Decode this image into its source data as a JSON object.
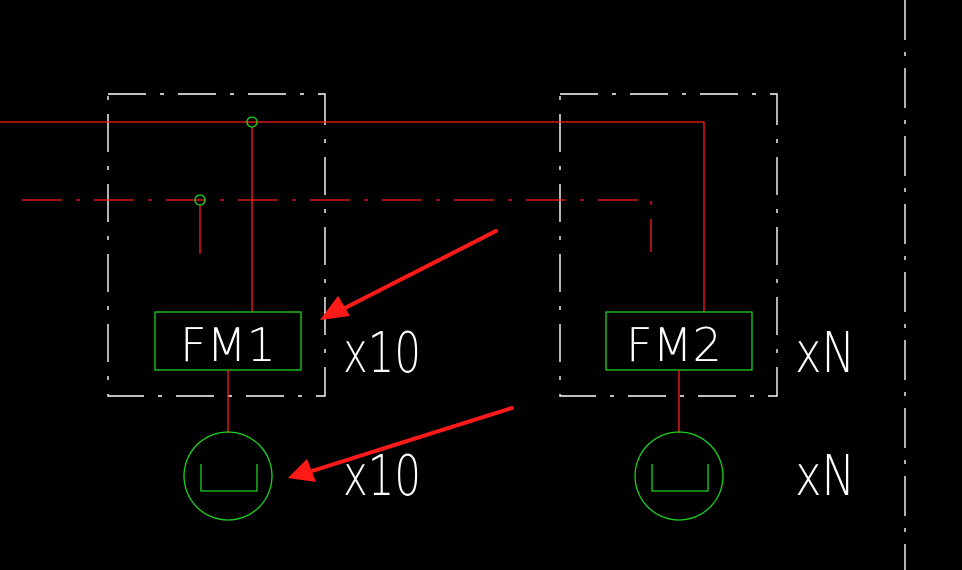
{
  "colors": {
    "background": "#000000",
    "red_wire": "#ff1a1a",
    "green_symbol": "#1fd11f",
    "white_frame": "#ffffff",
    "annotation_arrow": "#ff1a1a"
  },
  "modules": [
    {
      "label": "FM1",
      "multiplier": "x10"
    },
    {
      "label": "FM2",
      "multiplier": "xN"
    }
  ],
  "devices": [
    {
      "multiplier": "x10"
    },
    {
      "multiplier": "xN"
    }
  ]
}
